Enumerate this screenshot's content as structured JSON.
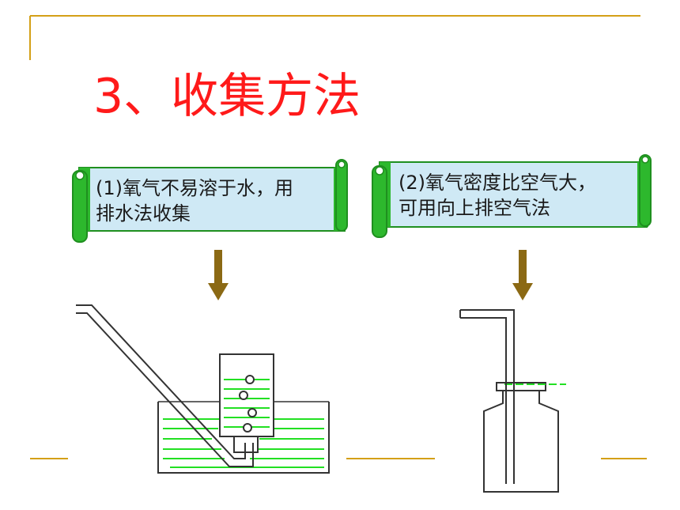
{
  "slide": {
    "title": "3、收集方法",
    "colors": {
      "title": "#ff1a1a",
      "accent_lines": "#d4a017",
      "scroll_green": "#2db82d",
      "scroll_fill": "#cfe9f5",
      "arrow": "#8b6914",
      "water_lines": "#22e022"
    }
  },
  "scrolls": [
    {
      "text": "(1)氧气不易溶于水，用排水法收集",
      "line1": "(1)氧气不易溶于水，用",
      "line2": "排水法收集"
    },
    {
      "text": "(2)氧气密度比空气大，可用向上排空气法",
      "line1": "(2)氧气密度比空气大，",
      "line2": "可用向上排空气法"
    }
  ],
  "diagrams": {
    "left_icon": "water-displacement-apparatus-icon",
    "right_icon": "upward-air-displacement-bottle-icon"
  }
}
